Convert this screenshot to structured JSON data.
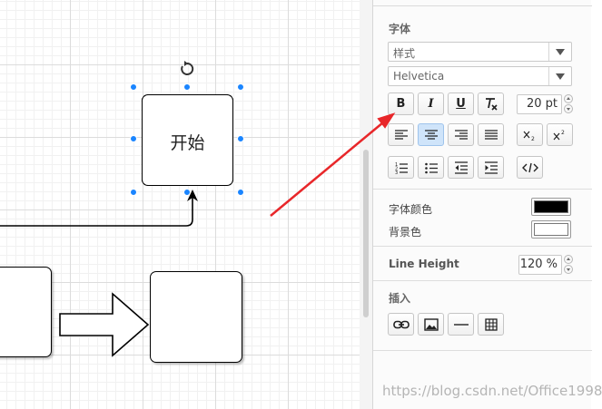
{
  "canvas": {
    "start_shape_label": "开始"
  },
  "format_panel": {
    "font_section": {
      "title": "字体",
      "style_select_value": "样式",
      "font_family_value": "Helvetica",
      "bold_label": "B",
      "italic_label": "I",
      "underline_label": "U",
      "font_size_value": "20 pt"
    },
    "colors": {
      "font_color_label": "字体颜色",
      "font_color_value": "#000000",
      "background_label": "背景色",
      "background_value": "#ffffff"
    },
    "line_height": {
      "label": "Line Height",
      "value": "120 %"
    },
    "insert_section": {
      "title": "插入",
      "items": [
        "link-icon",
        "image-icon",
        "horizontal-rule-icon",
        "table-icon"
      ]
    }
  },
  "annotation": {
    "arrow_color": "#e8272a"
  },
  "watermark": "https://blog.csdn.net/Office1998"
}
